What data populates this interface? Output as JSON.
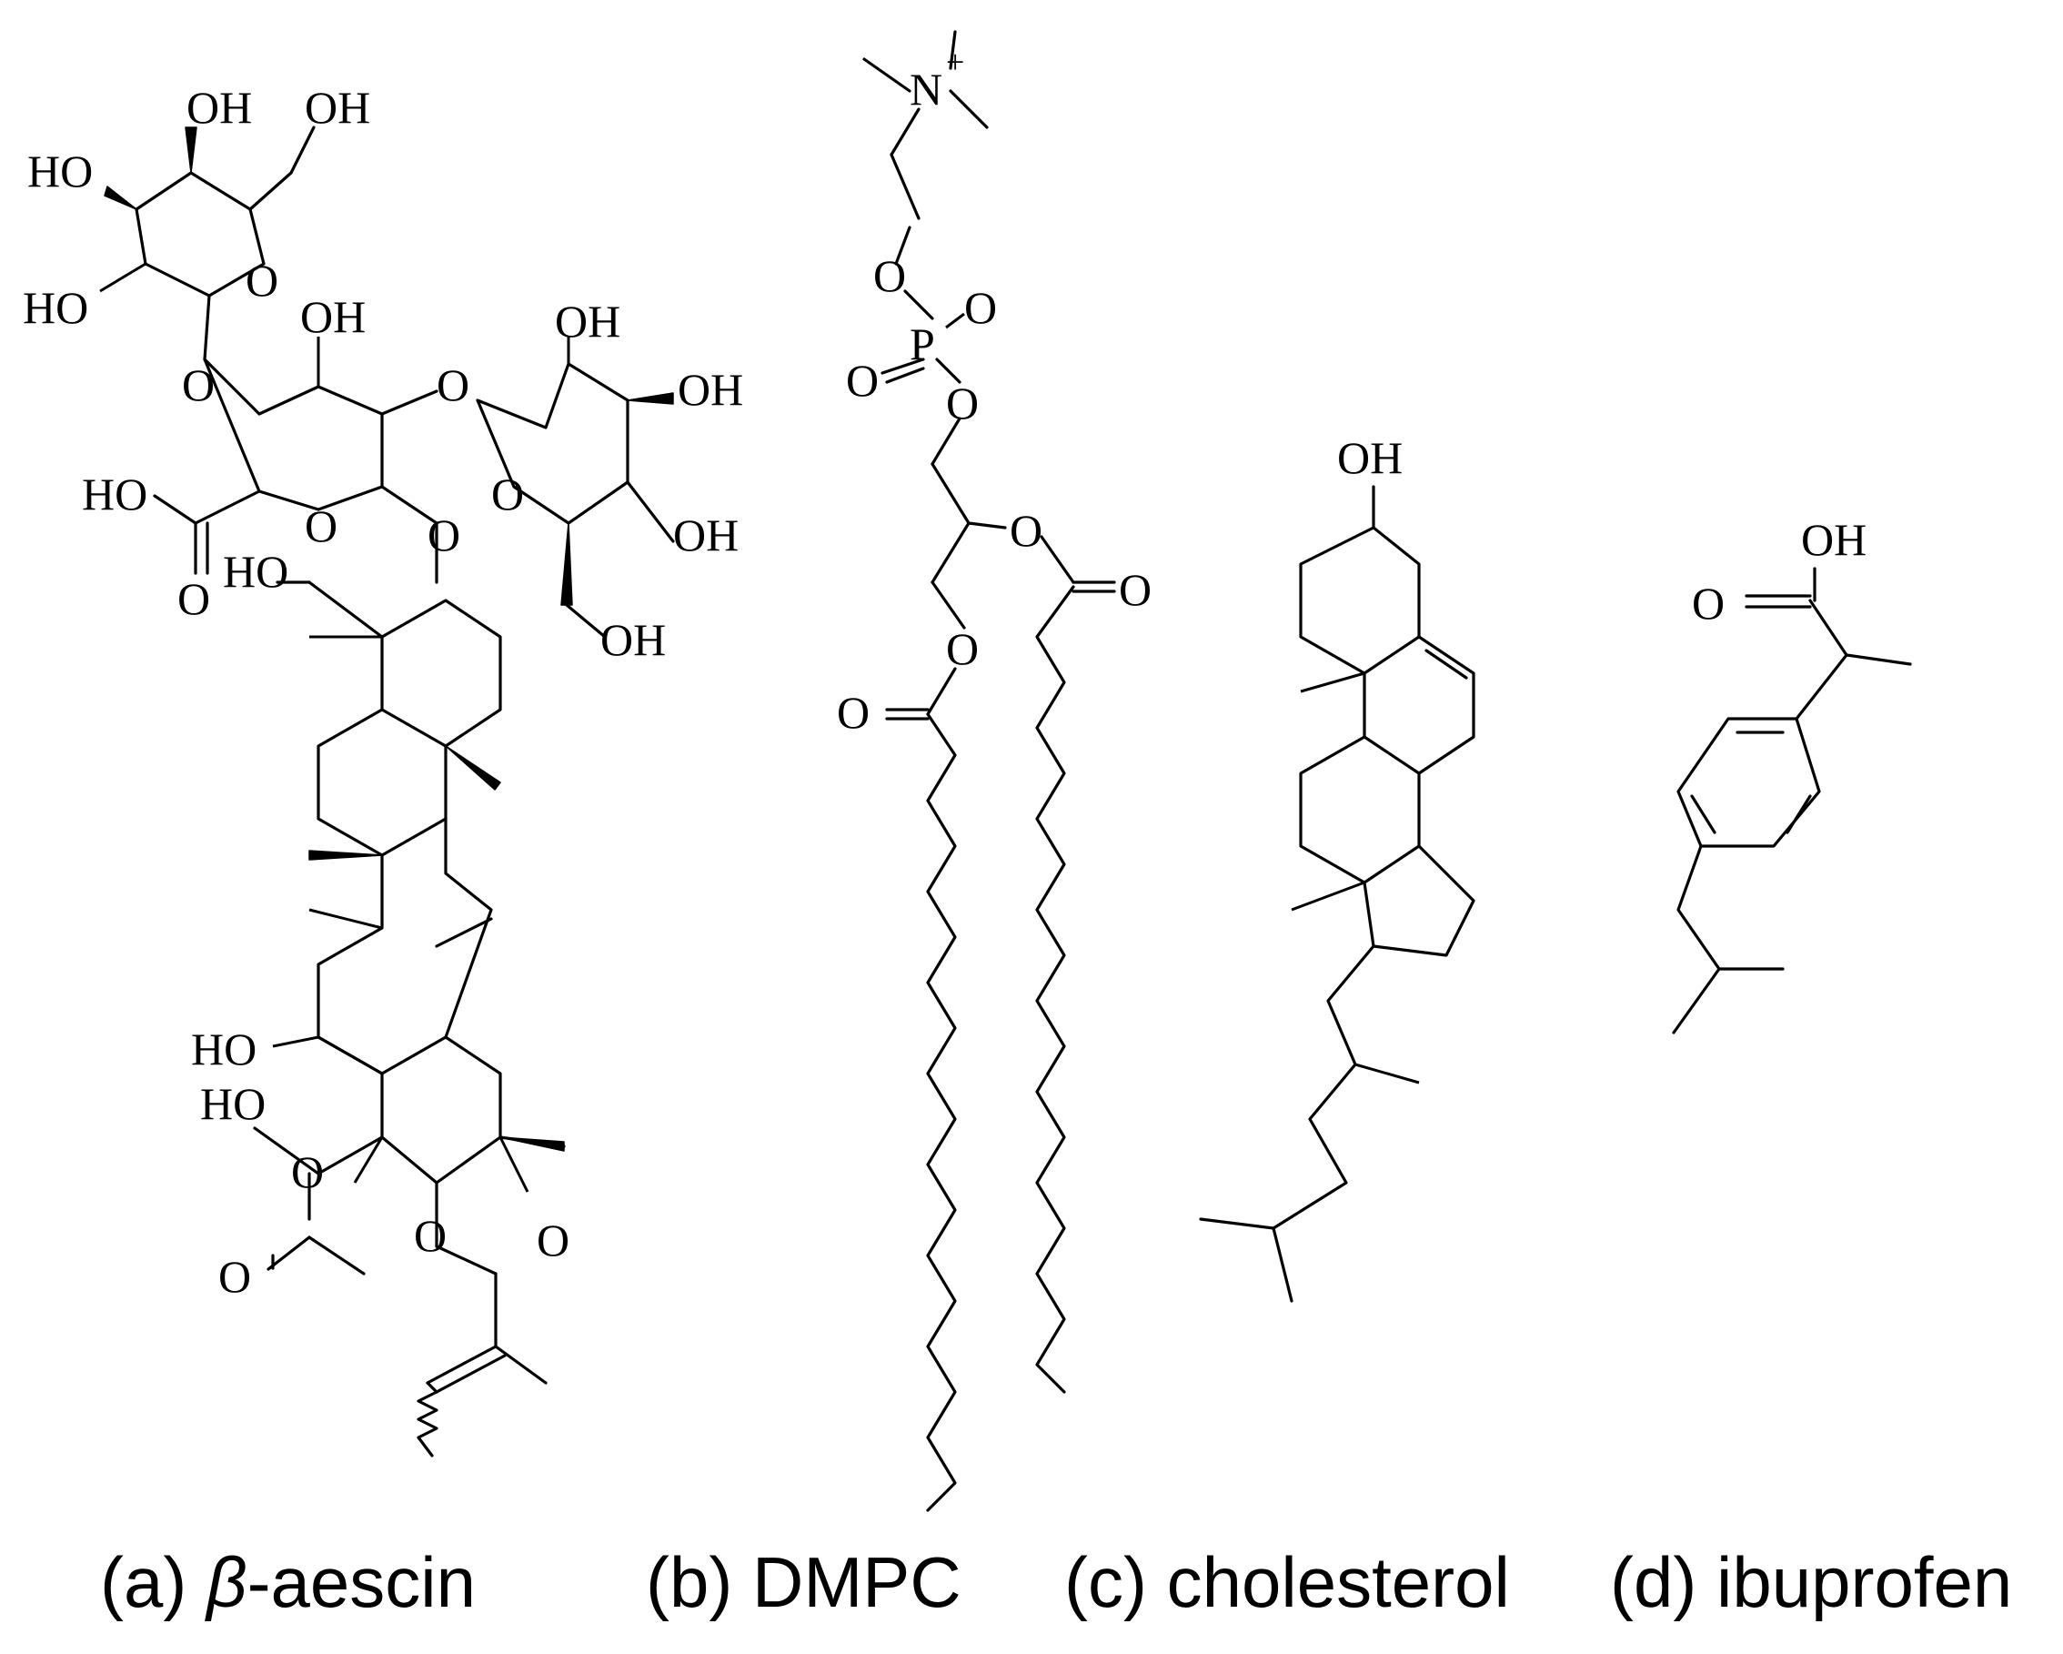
{
  "molecules": [
    {
      "id": "a",
      "prefix": "(a) ",
      "symbol": "β",
      "name_rest": "-aescin",
      "atoms": [
        "OH",
        "OH",
        "HO",
        "HO",
        "O",
        "OH",
        "O",
        "O",
        "OH",
        "OH",
        "O",
        "OH",
        "HO",
        "O",
        "O",
        "O",
        "HO",
        "OH",
        "HO",
        "HO",
        "O",
        "O",
        "O",
        "O"
      ]
    },
    {
      "id": "b",
      "prefix": "(b) ",
      "symbol": "",
      "name_rest": "DMPC",
      "atoms": [
        "N",
        "+",
        "O",
        "P",
        "O",
        "O",
        "O",
        "O",
        "O",
        "O",
        "O"
      ]
    },
    {
      "id": "c",
      "prefix": "(c) ",
      "symbol": "",
      "name_rest": "cholesterol",
      "atoms": [
        "OH"
      ]
    },
    {
      "id": "d",
      "prefix": "(d) ",
      "symbol": "",
      "name_rest": "ibuprofen",
      "atoms": [
        "OH",
        "O"
      ]
    }
  ]
}
